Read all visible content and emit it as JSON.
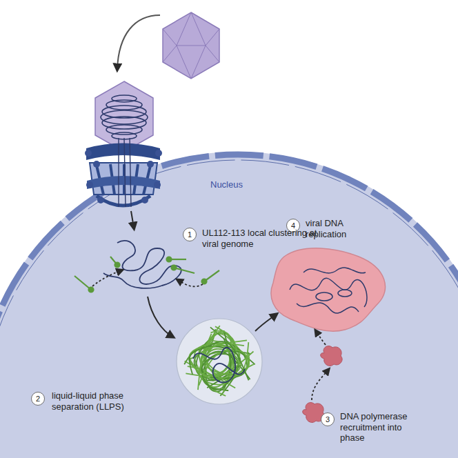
{
  "diagram": {
    "nodes": [
      {
        "text": [
          "1"
        ]
      },
      {
        "text": [
          "2"
        ]
      },
      {
        "text": [
          "3"
        ]
      },
      {
        "text": [
          "4"
        ]
      }
    ],
    "labels": [
      "Nucleus",
      "UL112-113 local clustering at viral genome",
      "viral DNA replication",
      "liquid-liquid phase separation (LLPS)",
      "DNA polymerase recruitment into phase"
    ]
  }
}
